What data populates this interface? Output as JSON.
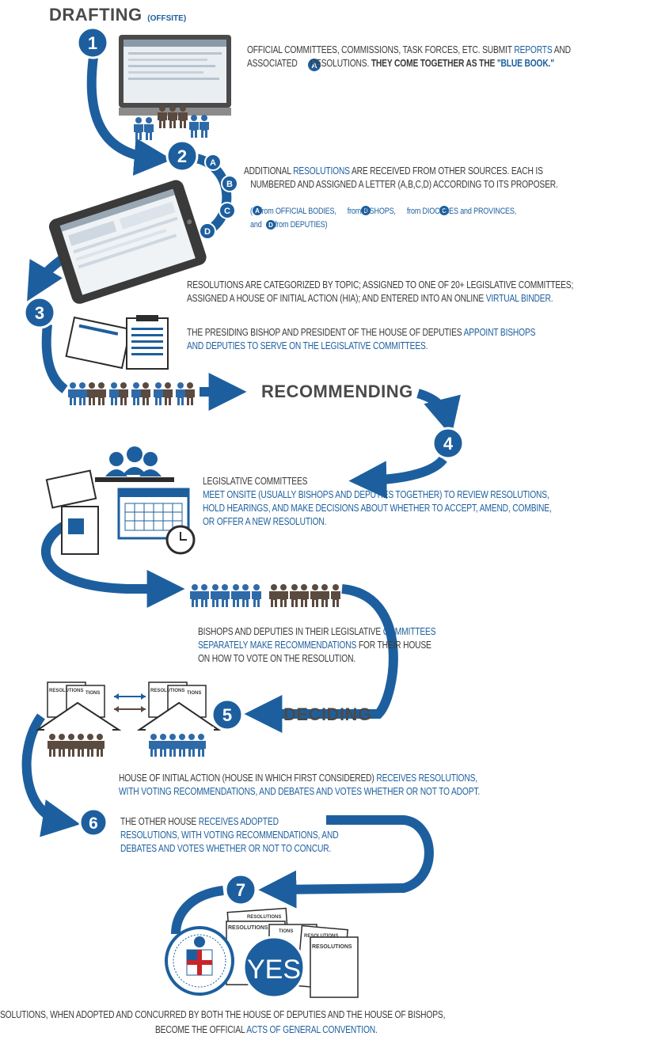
{
  "colors": {
    "accent": "#1d5f9e",
    "dark": "#2c2c2c",
    "text": "#3a3a3a",
    "people_blue": "#2f6aa8",
    "people_brown": "#5a4a40"
  },
  "sections": {
    "drafting": "DRAFTING",
    "drafting_note": "(OFFSITE)",
    "recommending": "RECOMMENDING",
    "deciding": "DECIDING"
  },
  "steps": {
    "s1": "1",
    "s2": "2",
    "s3": "3",
    "s4": "4",
    "s5": "5",
    "s6": "6",
    "s7": "7"
  },
  "letters": {
    "a": "A",
    "b": "B",
    "c": "C",
    "d": "D"
  },
  "step1": {
    "p1": "OFFICIAL COMMITTEES, COMMISSIONS, TASK FORCES, ETC. SUBMIT",
    "p2": "REPORTS",
    "p3": "AND",
    "p4": "ASSOCIATED",
    "p5": "RESOLUTIONS.",
    "p6": "THEY COME TOGETHER AS THE",
    "p7": "\"BLUE BOOK.\""
  },
  "step2": {
    "p1": "ADDITIONAL",
    "p2": "RESOLUTIONS",
    "p3": "ARE RECEIVED FROM OTHER SOURCES. EACH IS",
    "line2": "NUMBERED AND ASSIGNED A LETTER (A,B,C,D) ACCORDING TO ITS PROPOSER.",
    "l3a": "(",
    "l3b": "from OFFICIAL BODIES,",
    "l3c": "from BISHOPS,",
    "l3d": "from DIOCESES and PROVINCES,",
    "l4a": "and",
    "l4b": "from DEPUTIES)"
  },
  "step3": {
    "line1": "RESOLUTIONS ARE CATEGORIZED BY TOPIC; ASSIGNED TO ONE OF 20+ LEGISLATIVE COMMITTEES;",
    "p2a": "ASSIGNED A HOUSE OF INITIAL ACTION (HIA); AND ENTERED INTO AN ONLINE",
    "p2b": "VIRTUAL BINDER.",
    "p3a": "THE PRESIDING BISHOP AND PRESIDENT OF THE HOUSE OF DEPUTIES",
    "p3b": "APPOINT BISHOPS",
    "line4": "AND DEPUTIES TO SERVE ON THE LEGISLATIVE COMMITTEES."
  },
  "step4": {
    "line1": "LEGISLATIVE  COMMITTEES",
    "line2": "MEET ONSITE (USUALLY BISHOPS AND DEPUTIES TOGETHER) TO REVIEW RESOLUTIONS,",
    "line3": "HOLD HEARINGS, AND MAKE DECISIONS ABOUT WHETHER TO ACCEPT, AMEND, COMBINE,",
    "line4": "or OFFER A NEW RESOLUTION."
  },
  "rec": {
    "p1": "BISHOPS AND DEPUTIES IN THEIR",
    "p2": "LEGISLATIVE",
    "p3": "COMMITTEES",
    "p4": "SEPARATELY MAKE RECOMMENDATIONS",
    "p5": "FOR THEIR HOUSE",
    "line3": "ON HOW TO VOTE ON THE RESOLUTION."
  },
  "step5": {
    "p1": "HOUSE OF INITIAL ACTION (HOUSE IN WHICH FIRST CONSIDERED)",
    "p2": "RECEIVES RESOLUTIONS,",
    "line2": "WITH VOTING RECOMMENDATIONS, AND DEBATES AND VOTES WHETHER OR NOT TO ADOPT."
  },
  "step6": {
    "p1": "THE OTHER HOUSE",
    "p2": "RECEIVES ADOPTED",
    "line2": "RESOLUTIONS, WITH VOTING RECOMMENDATIONS, AND",
    "line3": "DEBATES AND VOTES WHETHER OR NOT TO CONCUR."
  },
  "final": {
    "line1": "SOLUTIONS, WHEN ADOPTED AND CONCURRED BY BOTH THE HOUSE OF DEPUTIES AND THE HOUSE OF BISHOPS,",
    "p2a": "BECOME THE OFFICIAL",
    "p2b": "ACTS OF GENERAL CONVENTION."
  },
  "docs": {
    "resolutions": "RESOLUTIONS",
    "tions": "TIONS",
    "yes": "YES"
  }
}
